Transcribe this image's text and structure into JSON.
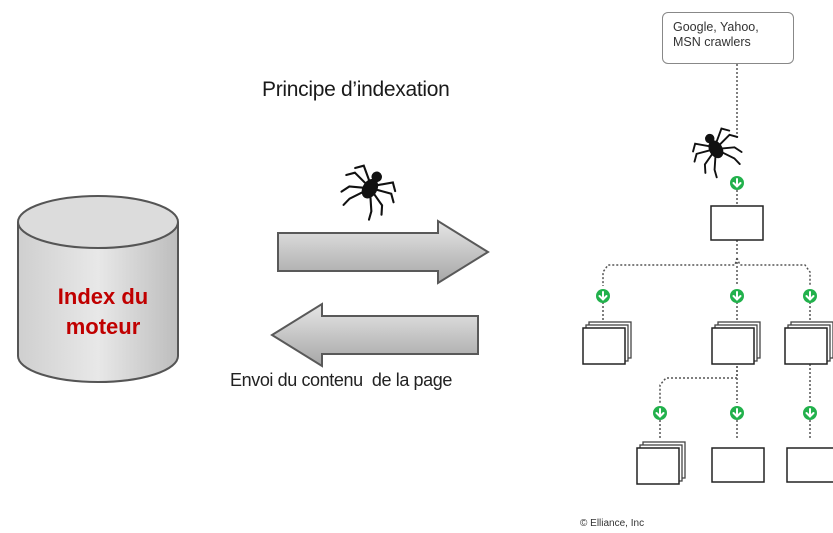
{
  "title": "Principe d’indexation",
  "database": {
    "line1": "Index du",
    "line2": "moteur"
  },
  "caption": "Envoi du contenu  de la page",
  "crawler_box": {
    "line1": "Google, Yahoo,",
    "line2": "MSN crawlers"
  },
  "credit": "© Elliance, Inc",
  "icons": {
    "spider": "spider-icon",
    "download": "green-download-icon",
    "page": "stacked-page-icon"
  },
  "colors": {
    "db_fill": "#d9d9d9",
    "db_stroke": "#555555",
    "db_label": "#c00000",
    "arrow_fill": "#bfbfbf",
    "arrow_stroke": "#595959",
    "download_green": "#22b14c"
  }
}
